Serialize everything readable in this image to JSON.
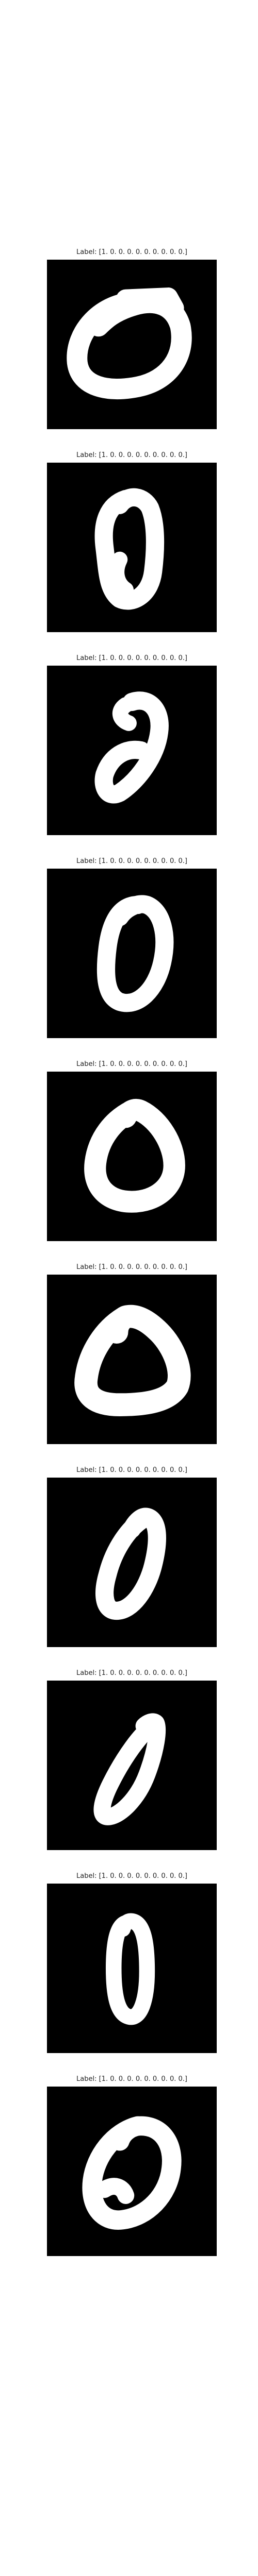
{
  "figure": {
    "background": "#ffffff",
    "image_background": "#000000",
    "stroke_color": "#ffffff",
    "panels": [
      {
        "title": "Label: [1. 0. 0. 0. 0. 0. 0. 0. 0. 0.]",
        "digit": "0"
      },
      {
        "title": "Label: [1. 0. 0. 0. 0. 0. 0. 0. 0. 0.]",
        "digit": "0"
      },
      {
        "title": "Label: [1. 0. 0. 0. 0. 0. 0. 0. 0. 0.]",
        "digit": "0"
      },
      {
        "title": "Label: [1. 0. 0. 0. 0. 0. 0. 0. 0. 0.]",
        "digit": "0"
      },
      {
        "title": "Label: [1. 0. 0. 0. 0. 0. 0. 0. 0. 0.]",
        "digit": "0"
      },
      {
        "title": "Label: [1. 0. 0. 0. 0. 0. 0. 0. 0. 0.]",
        "digit": "0"
      },
      {
        "title": "Label: [1. 0. 0. 0. 0. 0. 0. 0. 0. 0.]",
        "digit": "0"
      },
      {
        "title": "Label: [1. 0. 0. 0. 0. 0. 0. 0. 0. 0.]",
        "digit": "0"
      },
      {
        "title": "Label: [1. 0. 0. 0. 0. 0. 0. 0. 0. 0.]",
        "digit": "0"
      },
      {
        "title": "Label: [1. 0. 0. 0. 0. 0. 0. 0. 0. 0.]",
        "digit": "0"
      }
    ]
  }
}
